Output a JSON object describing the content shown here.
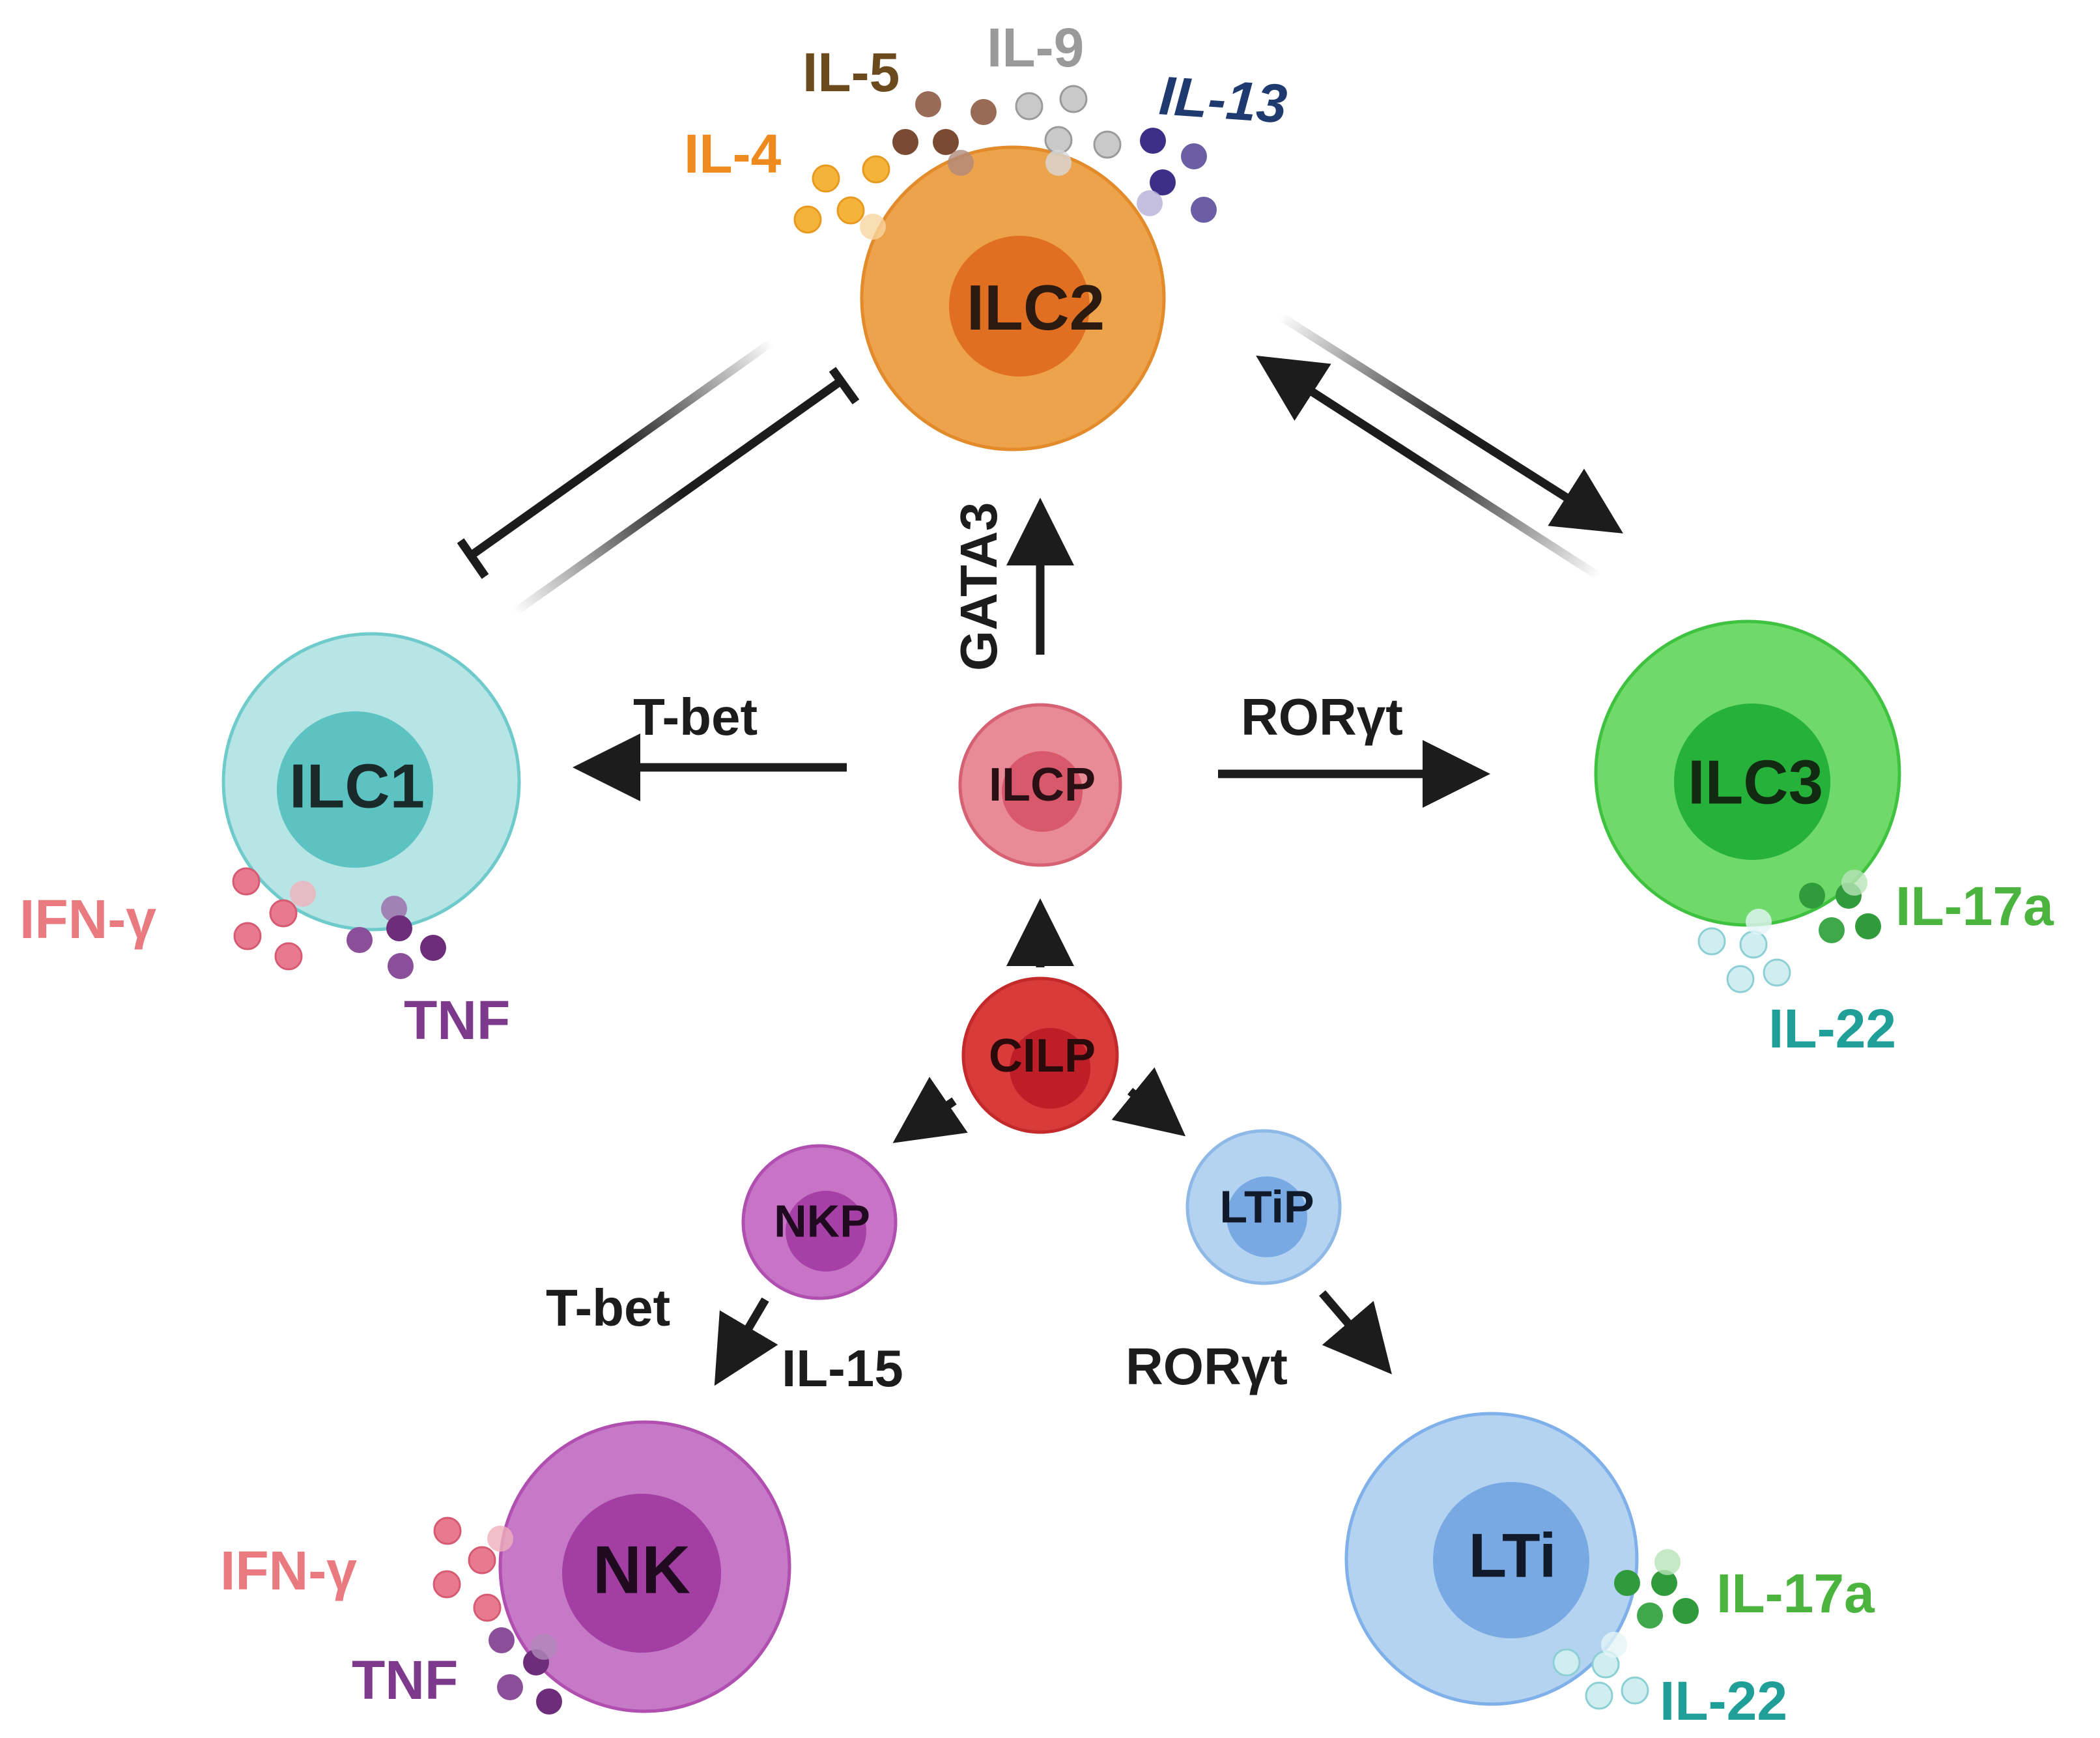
{
  "cells": {
    "ilc2": {
      "label": "ILC2",
      "outer": "#eda24c",
      "outer_stroke": "#e38a2a",
      "inner": "#e06f22"
    },
    "ilcp": {
      "label": "ILCP",
      "outer": "#e88b97",
      "outer_stroke": "#d66172",
      "inner": "#d9596c"
    },
    "cilp": {
      "label": "CILP",
      "outer": "#d93a3a",
      "outer_stroke": "#c42a2a",
      "inner": "#bd1e27"
    },
    "ilc1": {
      "label": "ILC1",
      "outer": "#b7e4e4",
      "outer_stroke": "#6fcbcb",
      "inner": "#5cc3c2"
    },
    "ilc3": {
      "label": "ILC3",
      "outer": "#6fda6a",
      "outer_stroke": "#3fc23f",
      "inner": "#25b13a"
    },
    "nkp": {
      "label": "NKP",
      "outer": "#c774c7",
      "outer_stroke": "#b04fb0",
      "inner": "#a640a6"
    },
    "ltip": {
      "label": "LTiP",
      "outer": "#b4d3f1",
      "outer_stroke": "#8eb9e6",
      "inner": "#78a9e3"
    },
    "nk": {
      "label": "NK",
      "outer": "#c679c6",
      "outer_stroke": "#b04fb0",
      "inner": "#a33ea3"
    },
    "lti": {
      "label": "LTi",
      "outer": "#b4d3f1",
      "outer_stroke": "#7fb0ea",
      "inner": "#78a9e3"
    }
  },
  "factors": {
    "gata3": "GATA3",
    "tbet_ilc1": "T-bet",
    "rorgt_ilc3": "RORγt",
    "tbet_nk": "T-bet",
    "il15": "IL-15",
    "rorgt_lti": "RORγt"
  },
  "cytokines": {
    "il4": {
      "label": "IL-4",
      "color": "#ef8a1e",
      "dot": "#f5b33a"
    },
    "il5": {
      "label": "IL-5",
      "color": "#6b4a1e",
      "dot": "#8e5a44"
    },
    "il9": {
      "label": "IL-9",
      "color": "#9a9a9a",
      "dot": "#c9c9c9"
    },
    "il13": {
      "label": "IL-13",
      "color": "#1f3a6e",
      "dot": "#3d2f87"
    },
    "ilc1_ifng": {
      "label": "IFN-γ",
      "color": "#e87a80",
      "dot": "#e87a90"
    },
    "ilc1_tnf": {
      "label": "TNF",
      "color": "#7d3a8d",
      "dot": "#6d2d7a"
    },
    "ilc3_il17a": {
      "label": "IL-17a",
      "color": "#4bb43e",
      "dot": "#2f9b3a"
    },
    "ilc3_il22": {
      "label": "IL-22",
      "color": "#1f9f97",
      "dot": "#a8dbe0"
    },
    "nk_ifng": {
      "label": "IFN-γ",
      "color": "#e87a80",
      "dot": "#e87a90"
    },
    "nk_tnf": {
      "label": "TNF",
      "color": "#7d3a8d",
      "dot": "#6d2d7a"
    },
    "lti_il17a": {
      "label": "IL-17a",
      "color": "#4bb43e",
      "dot": "#2f9b3a"
    },
    "lti_il22": {
      "label": "IL-22",
      "color": "#1f9f97",
      "dot": "#a8dbe0"
    }
  }
}
